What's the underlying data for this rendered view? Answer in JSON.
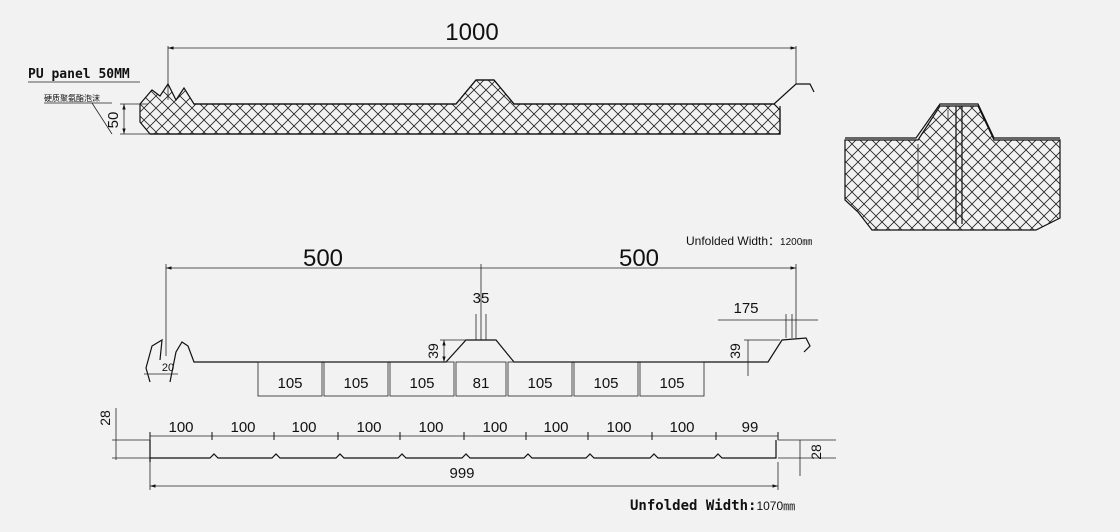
{
  "panel": {
    "label": "PU panel 50MM",
    "sublabel": "硬质聚氨酯泡沫",
    "thickness": "50",
    "width": "1000"
  },
  "roof_profile": {
    "left_width": "500",
    "right_width": "500",
    "rib_top": "35",
    "rib_height_left": "39",
    "rib_height_right": "39",
    "edge_overlap": "175",
    "hook": "20",
    "pans": [
      "105",
      "105",
      "105",
      "81",
      "105",
      "105",
      "105"
    ],
    "unfolded_label": "Unfolded Width：",
    "unfolded_value": "1200㎜"
  },
  "liner_profile": {
    "pitches": [
      "100",
      "100",
      "100",
      "100",
      "100",
      "100",
      "100",
      "100",
      "100",
      "99"
    ],
    "total": "999",
    "height_left": "28",
    "height_right": "28",
    "unfolded_label": "Unfolded Width:",
    "unfolded_value": "1070㎜"
  },
  "colors": {
    "ink": "#111111",
    "background": "#f2f2f2"
  }
}
